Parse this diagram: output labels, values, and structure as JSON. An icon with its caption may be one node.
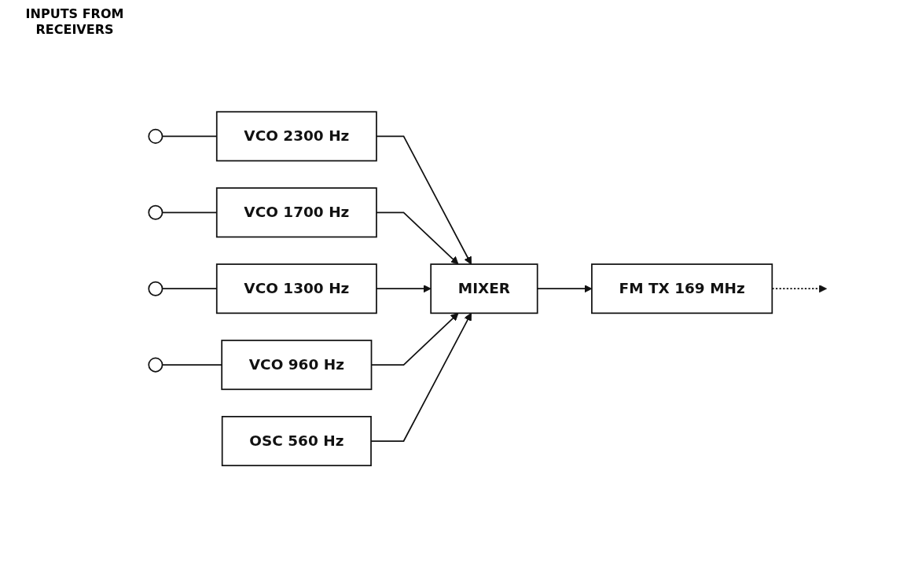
{
  "diagram": {
    "nodes": [
      {
        "text": [
          "VCO 2300 Hz"
        ]
      },
      {
        "text": [
          "VCO 1700 Hz"
        ]
      },
      {
        "text": [
          "VCO 1300 Hz"
        ]
      },
      {
        "text": [
          "VCO 960 Hz"
        ]
      },
      {
        "text": [
          "OSC 560 Hz"
        ]
      },
      {
        "text": [
          "MIXER"
        ]
      },
      {
        "text": [
          "FM TX 169 MHz"
        ]
      },
      {
        "text": [],
        "shape": "circle"
      },
      {
        "text": [],
        "shape": "circle"
      },
      {
        "text": [],
        "shape": "circle"
      },
      {
        "text": [],
        "shape": "circle"
      }
    ],
    "edges": [
      {
        "from": 7,
        "to": 0,
        "arrow": "none"
      },
      {
        "from": 8,
        "to": 1,
        "arrow": "none"
      },
      {
        "from": 9,
        "to": 2,
        "arrow": "none"
      },
      {
        "from": 10,
        "to": 3,
        "arrow": "none"
      },
      {
        "from": 0,
        "to": 5,
        "arrow": "to"
      },
      {
        "from": 1,
        "to": 5,
        "arrow": "to"
      },
      {
        "from": 2,
        "to": 5,
        "arrow": "to"
      },
      {
        "from": 3,
        "to": 5,
        "arrow": "to"
      },
      {
        "from": 4,
        "to": 5,
        "arrow": "to"
      },
      {
        "from": 5,
        "to": 6,
        "arrow": "to"
      },
      {
        "from": 6,
        "to": null,
        "arrow": "to",
        "style": "dashed"
      }
    ],
    "labels": [
      "INPUTS FROM RECEIVERS"
    ]
  }
}
